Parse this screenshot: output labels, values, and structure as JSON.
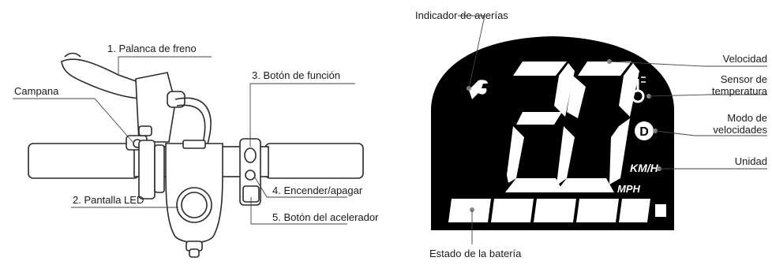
{
  "scooter_labels": {
    "brake_lever": "1. Palanca de freno",
    "bell": "Campana",
    "function_button": "3. Botón de función",
    "power": "4. Encender/apagar",
    "led_display": "2. Pantalla LED",
    "throttle_button": "5. Botón del acelerador"
  },
  "display_labels": {
    "fault_indicator": "Indicador de averías",
    "speed": "Velocidad",
    "temperature_sensor_line1": "Sensor de",
    "temperature_sensor_line2": "temperatura",
    "speed_mode_line1": "Modo de",
    "speed_mode_line2": "velocidades",
    "unit": "Unidad",
    "battery_status": "Estado de la batería"
  },
  "display": {
    "speed_value": "20",
    "mode_letter": "D",
    "unit_kmh": "KM/H",
    "unit_mph": "MPH"
  },
  "colors": {
    "panel_bg": "#000000",
    "segments": "#ffffff",
    "leader": "#444444",
    "handlebar": "#ffffff",
    "outline": "#2a2a2a"
  }
}
